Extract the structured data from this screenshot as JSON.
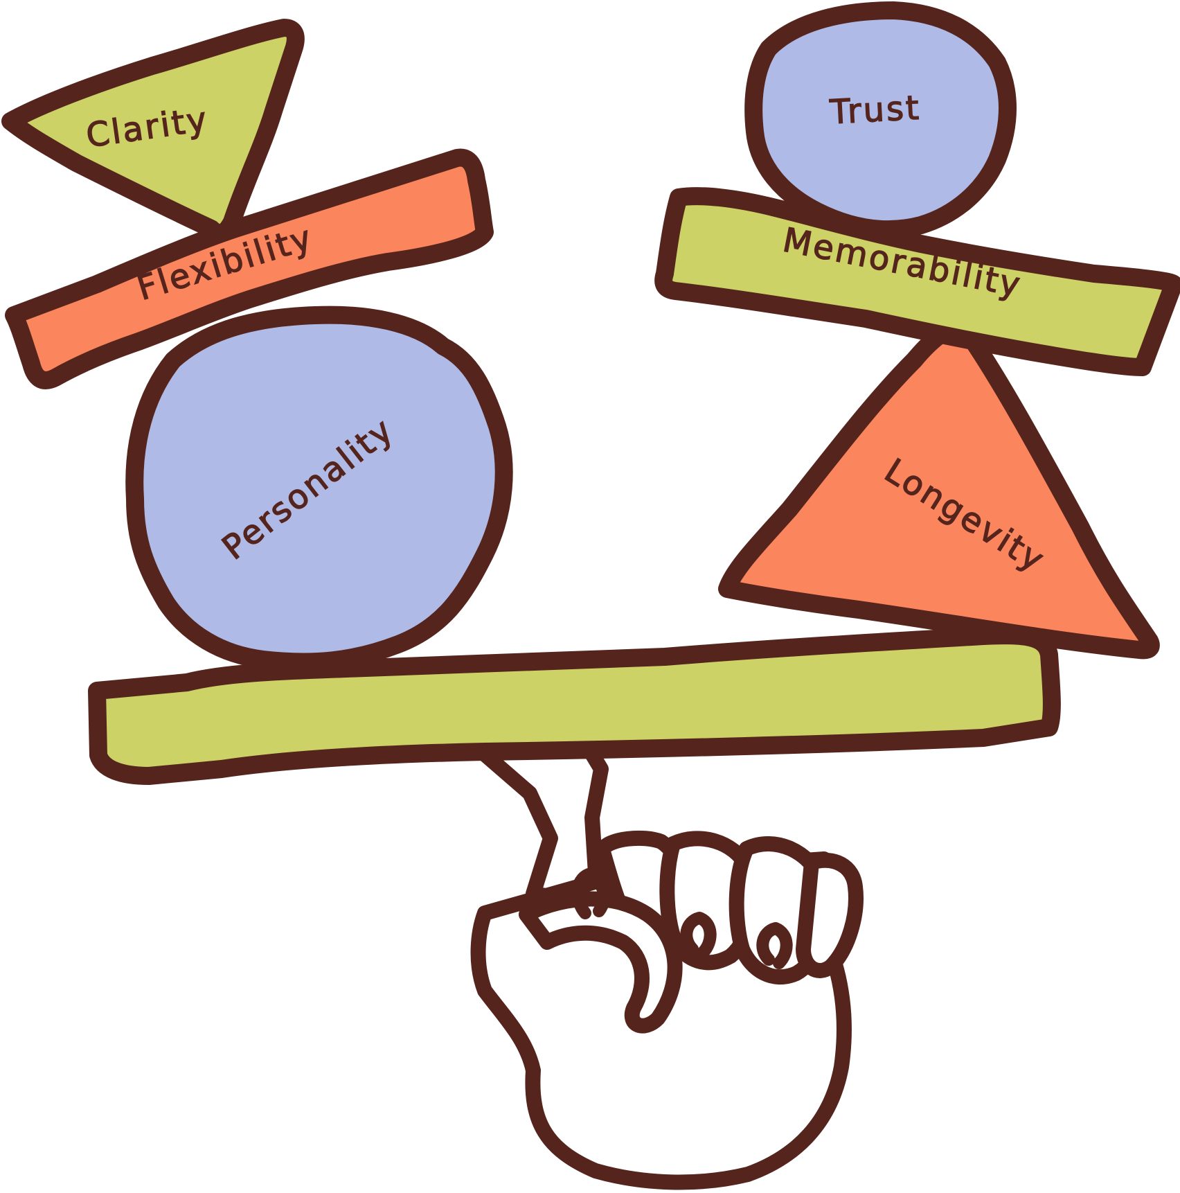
{
  "colors": {
    "outline": "#55241d",
    "green": "#ccd266",
    "orange": "#fb855d",
    "blue": "#afbbe6",
    "hand": "#ffffff"
  },
  "blocks": {
    "clarity": {
      "label": "Clarity",
      "shape": "flag",
      "color": "green"
    },
    "flexibility": {
      "label": "Flexibility",
      "shape": "plank",
      "color": "orange"
    },
    "personality": {
      "label": "Personality",
      "shape": "circle",
      "color": "blue"
    },
    "trust": {
      "label": "Trust",
      "shape": "circle",
      "color": "blue"
    },
    "memorability": {
      "label": "Memorability",
      "shape": "plank",
      "color": "green"
    },
    "longevity": {
      "label": "Longevity",
      "shape": "triangle",
      "color": "orange"
    },
    "base": {
      "label": "",
      "shape": "plank",
      "color": "green"
    }
  },
  "icons": {
    "hand": "fist-holding-icon"
  }
}
